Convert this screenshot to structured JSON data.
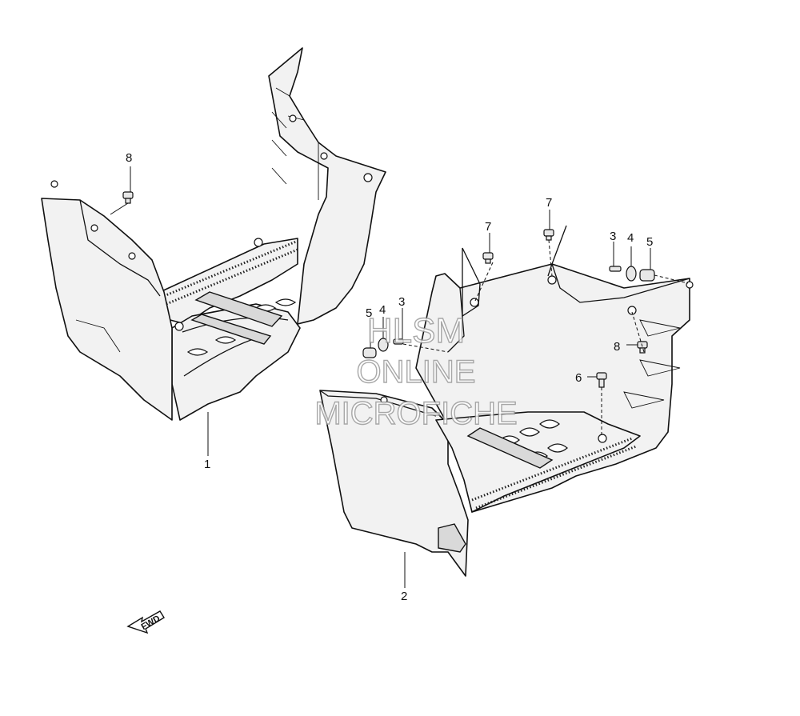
{
  "callouts": {
    "c1": "1",
    "c2": "2",
    "c3a": "3",
    "c3b": "3",
    "c4a": "4",
    "c4b": "4",
    "c5a": "5",
    "c5b": "5",
    "c6": "6",
    "c7a": "7",
    "c7b": "7",
    "c8a": "8",
    "c8b": "8"
  },
  "watermark": {
    "line1": "HLSM",
    "line2": "ONLINE",
    "line3": "MICROFICHE"
  },
  "direction_arrow": {
    "label": "FWD"
  }
}
